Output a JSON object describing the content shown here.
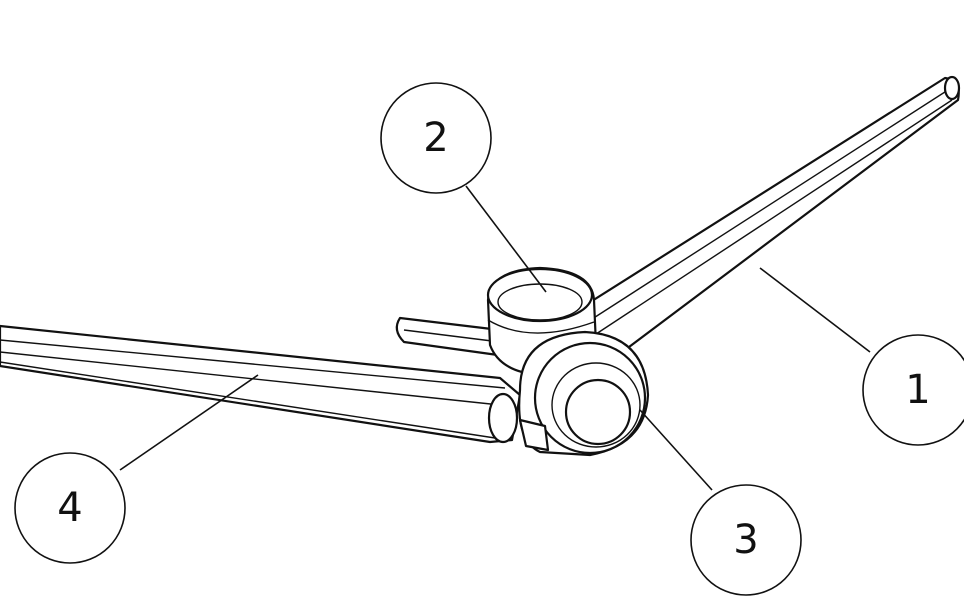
{
  "callouts": [
    {
      "label": "1",
      "part": "arm-right"
    },
    {
      "label": "2",
      "part": "rear-hub"
    },
    {
      "label": "3",
      "part": "front-hub"
    },
    {
      "label": "4",
      "part": "arm-left"
    }
  ],
  "colors": {
    "line": "#111111",
    "background": "#ffffff"
  }
}
